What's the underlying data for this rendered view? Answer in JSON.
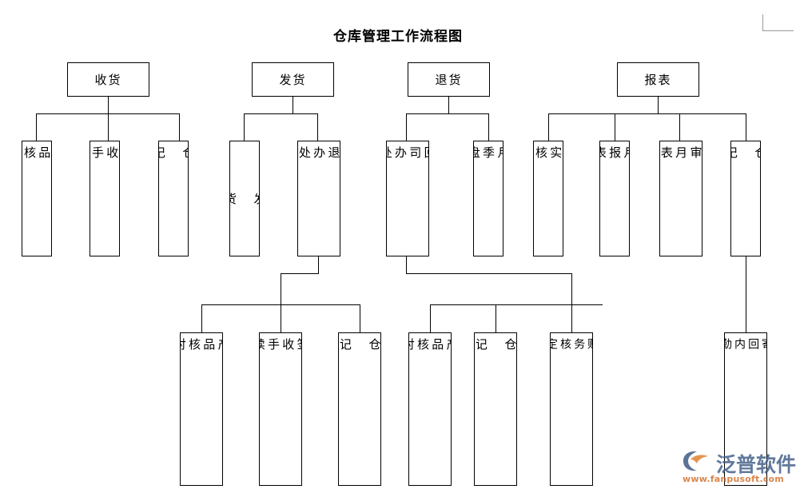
{
  "document": {
    "title": "仓库管理工作流程图",
    "language": "zh-CN",
    "background_color": "#ffffff",
    "line_color": "#000000"
  },
  "watermark": {
    "brand": "泛普软件",
    "url": "www.fanpusoft.com",
    "brand_color": "#3f5c86",
    "url_color": "#d2722e",
    "logo_icon": "fanpu-swirl-logo-icon"
  },
  "flowchart": {
    "type": "org-tree",
    "orientation": "top-down",
    "levels": 3,
    "roots": [
      {
        "id": "receiving",
        "label": "收货",
        "children": [
          {
            "id": "recv-1",
            "label_lines": [
              "产品核对"
            ]
          },
          {
            "id": "recv-2",
            "label_lines": [
              "签收手续"
            ]
          },
          {
            "id": "recv-3",
            "label_lines": [
              "入仓",
              "记帐"
            ]
          }
        ]
      },
      {
        "id": "shipping",
        "label": "发货",
        "children": [
          {
            "id": "ship-1",
            "label_lines": [
              "发货"
            ]
          },
          {
            "id": "ship-2",
            "columns_rtl": [
              "事接商退",
              "办处货家货"
            ],
            "reading": "接商家退货事处办",
            "children": [
              {
                "id": "ship-2-1",
                "label_lines": [
                  "产品核对"
                ]
              },
              {
                "id": "ship-2-2",
                "label_lines": [
                  "签收手续"
                ]
              },
              {
                "id": "ship-2-3",
                "label_lines": [
                  "入仓",
                  "记帐"
                ]
              }
            ]
          }
        ]
      },
      {
        "id": "returns",
        "label": "退货",
        "children": [
          {
            "id": "ret-1",
            "columns_rtl": [
              "事退回司",
              "办处货公"
            ],
            "reading": "退回公司货事处办",
            "children": [
              {
                "id": "ret-1-1",
                "label_lines": [
                  "产品核对"
                ]
              },
              {
                "id": "ret-1-2",
                "label_lines": [
                  "出仓",
                  "记帐"
                ]
              },
              {
                "id": "ret-1-3",
                "label_lines": [
                  "内勤财务核定报销"
                ]
              }
            ]
          },
          {
            "id": "ret-2",
            "label_lines": [
              "周月季盘点"
            ]
          }
        ]
      },
      {
        "id": "reports",
        "label": "报表",
        "children": [
          {
            "id": "rep-1",
            "label_lines": [
              "帐实核对"
            ]
          },
          {
            "id": "rep-2",
            "label_lines": [
              "月报表"
            ]
          },
          {
            "id": "rep-3",
            "columns_rtl": [
              "报主审",
              "月表任核"
            ],
            "reading": "月报表主任审核"
          },
          {
            "id": "rep-4",
            "label_lines": [
              "出仓",
              "记帐"
            ],
            "children": [
              {
                "id": "rep-4-1",
                "label_lines": [
                  "定时寄回内勤处理"
                ]
              }
            ]
          }
        ]
      }
    ]
  },
  "nodes": {
    "receiving": "收货",
    "shipping": "发货",
    "returns": "退货",
    "reports": "报表",
    "recv_1": "产\n品\n核\n对",
    "recv_2": "签\n收\n手\n续",
    "recv_3": "入\n仓\n\n记\n帐",
    "ship_1": "发\n\n货",
    "ship_2_right": "事\n接\n商\n退",
    "ship_2_left": "办\n处\n货\n家\n货",
    "ret_1_right": "事\n退\n回\n司",
    "ret_1_left": "办\n处\n货\n公",
    "ret_2": "周\n月\n季\n盘\n点",
    "rep_1": "帐\n实\n核\n对",
    "rep_2": "月\n报\n表",
    "rep_3_right": "报\n主\n审",
    "rep_3_left": "月\n表\n任\n核",
    "rep_4": "出\n仓\n\n记\n帐",
    "ship_c1": "产\n品\n核\n对",
    "ship_c2": "签\n收\n手\n续",
    "ship_c3": "入\n仓\n\n记\n帐",
    "ret_c1": "产\n品\n核\n对",
    "ret_c2": "出\n仓\n\n记\n帐",
    "ret_c3": "内\n勤\n财\n务\n核\n定\n报\n销",
    "rep_c1": "定\n时\n寄\n回\n内\n勤\n处\n理"
  }
}
